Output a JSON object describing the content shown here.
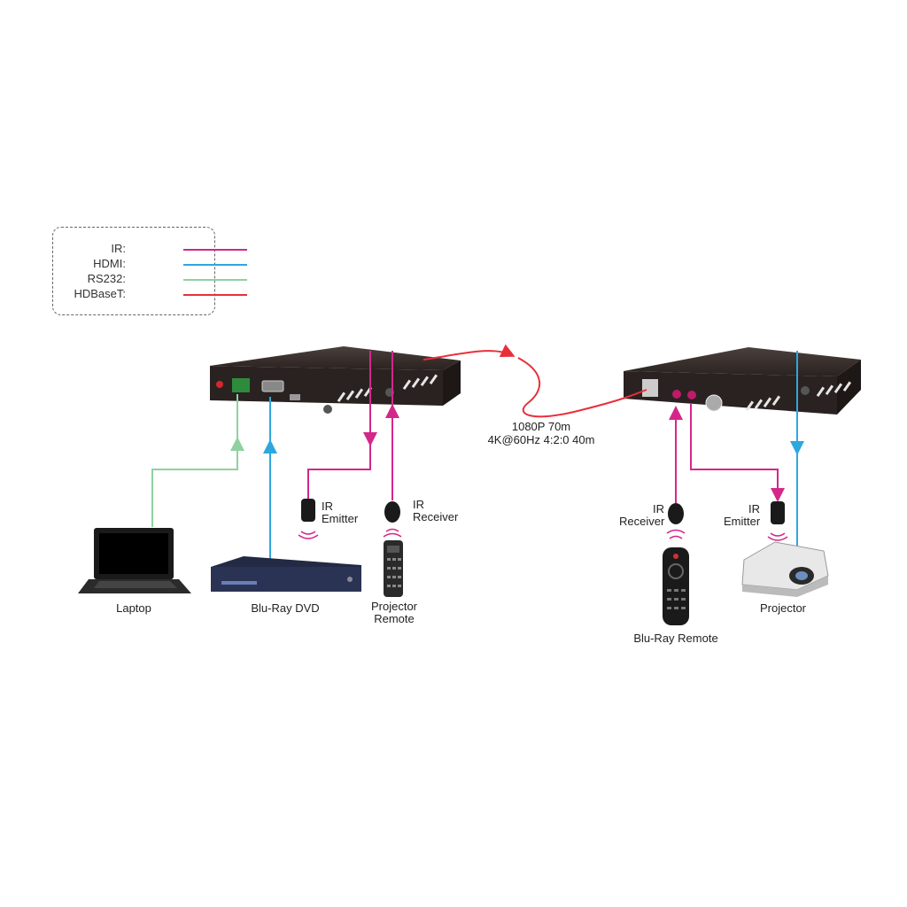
{
  "legend": {
    "items": [
      {
        "label": "IR:",
        "color": "#d4278a"
      },
      {
        "label": "HDMI:",
        "color": "#2ea7de"
      },
      {
        "label": "RS232:",
        "color": "#8fd1a2"
      },
      {
        "label": "HDBaseT:",
        "color": "#e8303a"
      }
    ]
  },
  "cable_spec": {
    "line1": "1080P 70m",
    "line2": "4K@60Hz 4:2:0 40m"
  },
  "devices": {
    "laptop": "Laptop",
    "bluray": "Blu-Ray DVD",
    "projector_remote_line1": "Projector",
    "projector_remote_line2": "Remote",
    "tx_ir_emitter_line1": "IR",
    "tx_ir_emitter_line2": "Emitter",
    "tx_ir_receiver_line1": "IR",
    "tx_ir_receiver_line2": "Receiver",
    "rx_ir_receiver_line1": "IR",
    "rx_ir_receiver_line2": "Receiver",
    "rx_ir_emitter_line1": "IR",
    "rx_ir_emitter_line2": "Emitter",
    "bluray_remote": "Blu-Ray Remote",
    "projector": "Projector"
  },
  "colors": {
    "ir": "#d4278a",
    "hdmi": "#2ea7de",
    "rs232": "#8fd1a2",
    "hdbaset": "#e8303a",
    "box": "#2a2220"
  }
}
